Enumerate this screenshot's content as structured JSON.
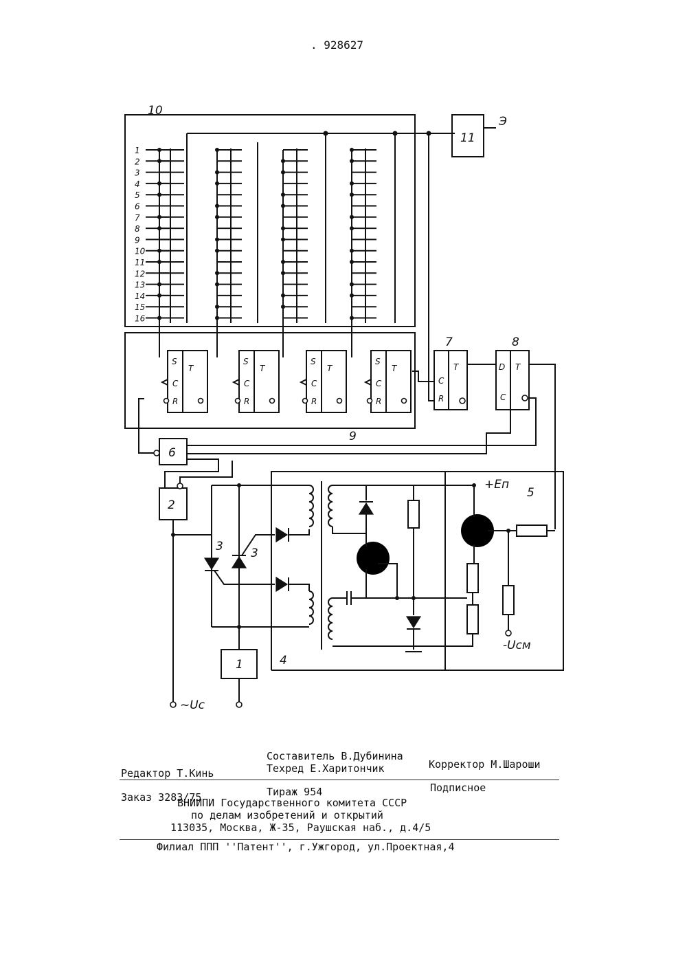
{
  "page_number": ". 928627",
  "figure": {
    "input_numbers": [
      "1",
      "2",
      "3",
      "4",
      "5",
      "6",
      "7",
      "8",
      "9",
      "10",
      "11",
      "12",
      "13",
      "14",
      "15",
      "16"
    ],
    "block_labels": {
      "b1": "1",
      "b2": "2",
      "b3a": "3",
      "b3b": "3",
      "b4": "4",
      "b5": "5",
      "b6": "6",
      "b7": "7",
      "b8": "8",
      "b9": "9",
      "b10": "10",
      "b11": "11"
    },
    "output_label": "Э",
    "trigger_pins": {
      "S": "S",
      "C": "C",
      "R": "R",
      "T": "T",
      "D": "D"
    },
    "supply_label": "+Eп",
    "bias_label": "-Uсм",
    "source_label": "~Uс"
  },
  "colophon": {
    "compiler": "Составитель В.Дубинина",
    "editor": "Редактор Т.Кинь",
    "techred": "Техред Е.Харитончик",
    "corrector": "Корректор М.Шароши",
    "order": "Заказ 3283/75",
    "circulation": "Тираж 954",
    "subscription": "Подписное",
    "org_line1": "ВНИИПИ Государственного комитета СССР",
    "org_line2": "по делам изобретений и открытий",
    "org_address": "113035, Москва, Ж-35, Раушская наб., д.4/5",
    "branch": "Филиал ППП ''Патент'', г.Ужгород, ул.Проектная,4"
  }
}
